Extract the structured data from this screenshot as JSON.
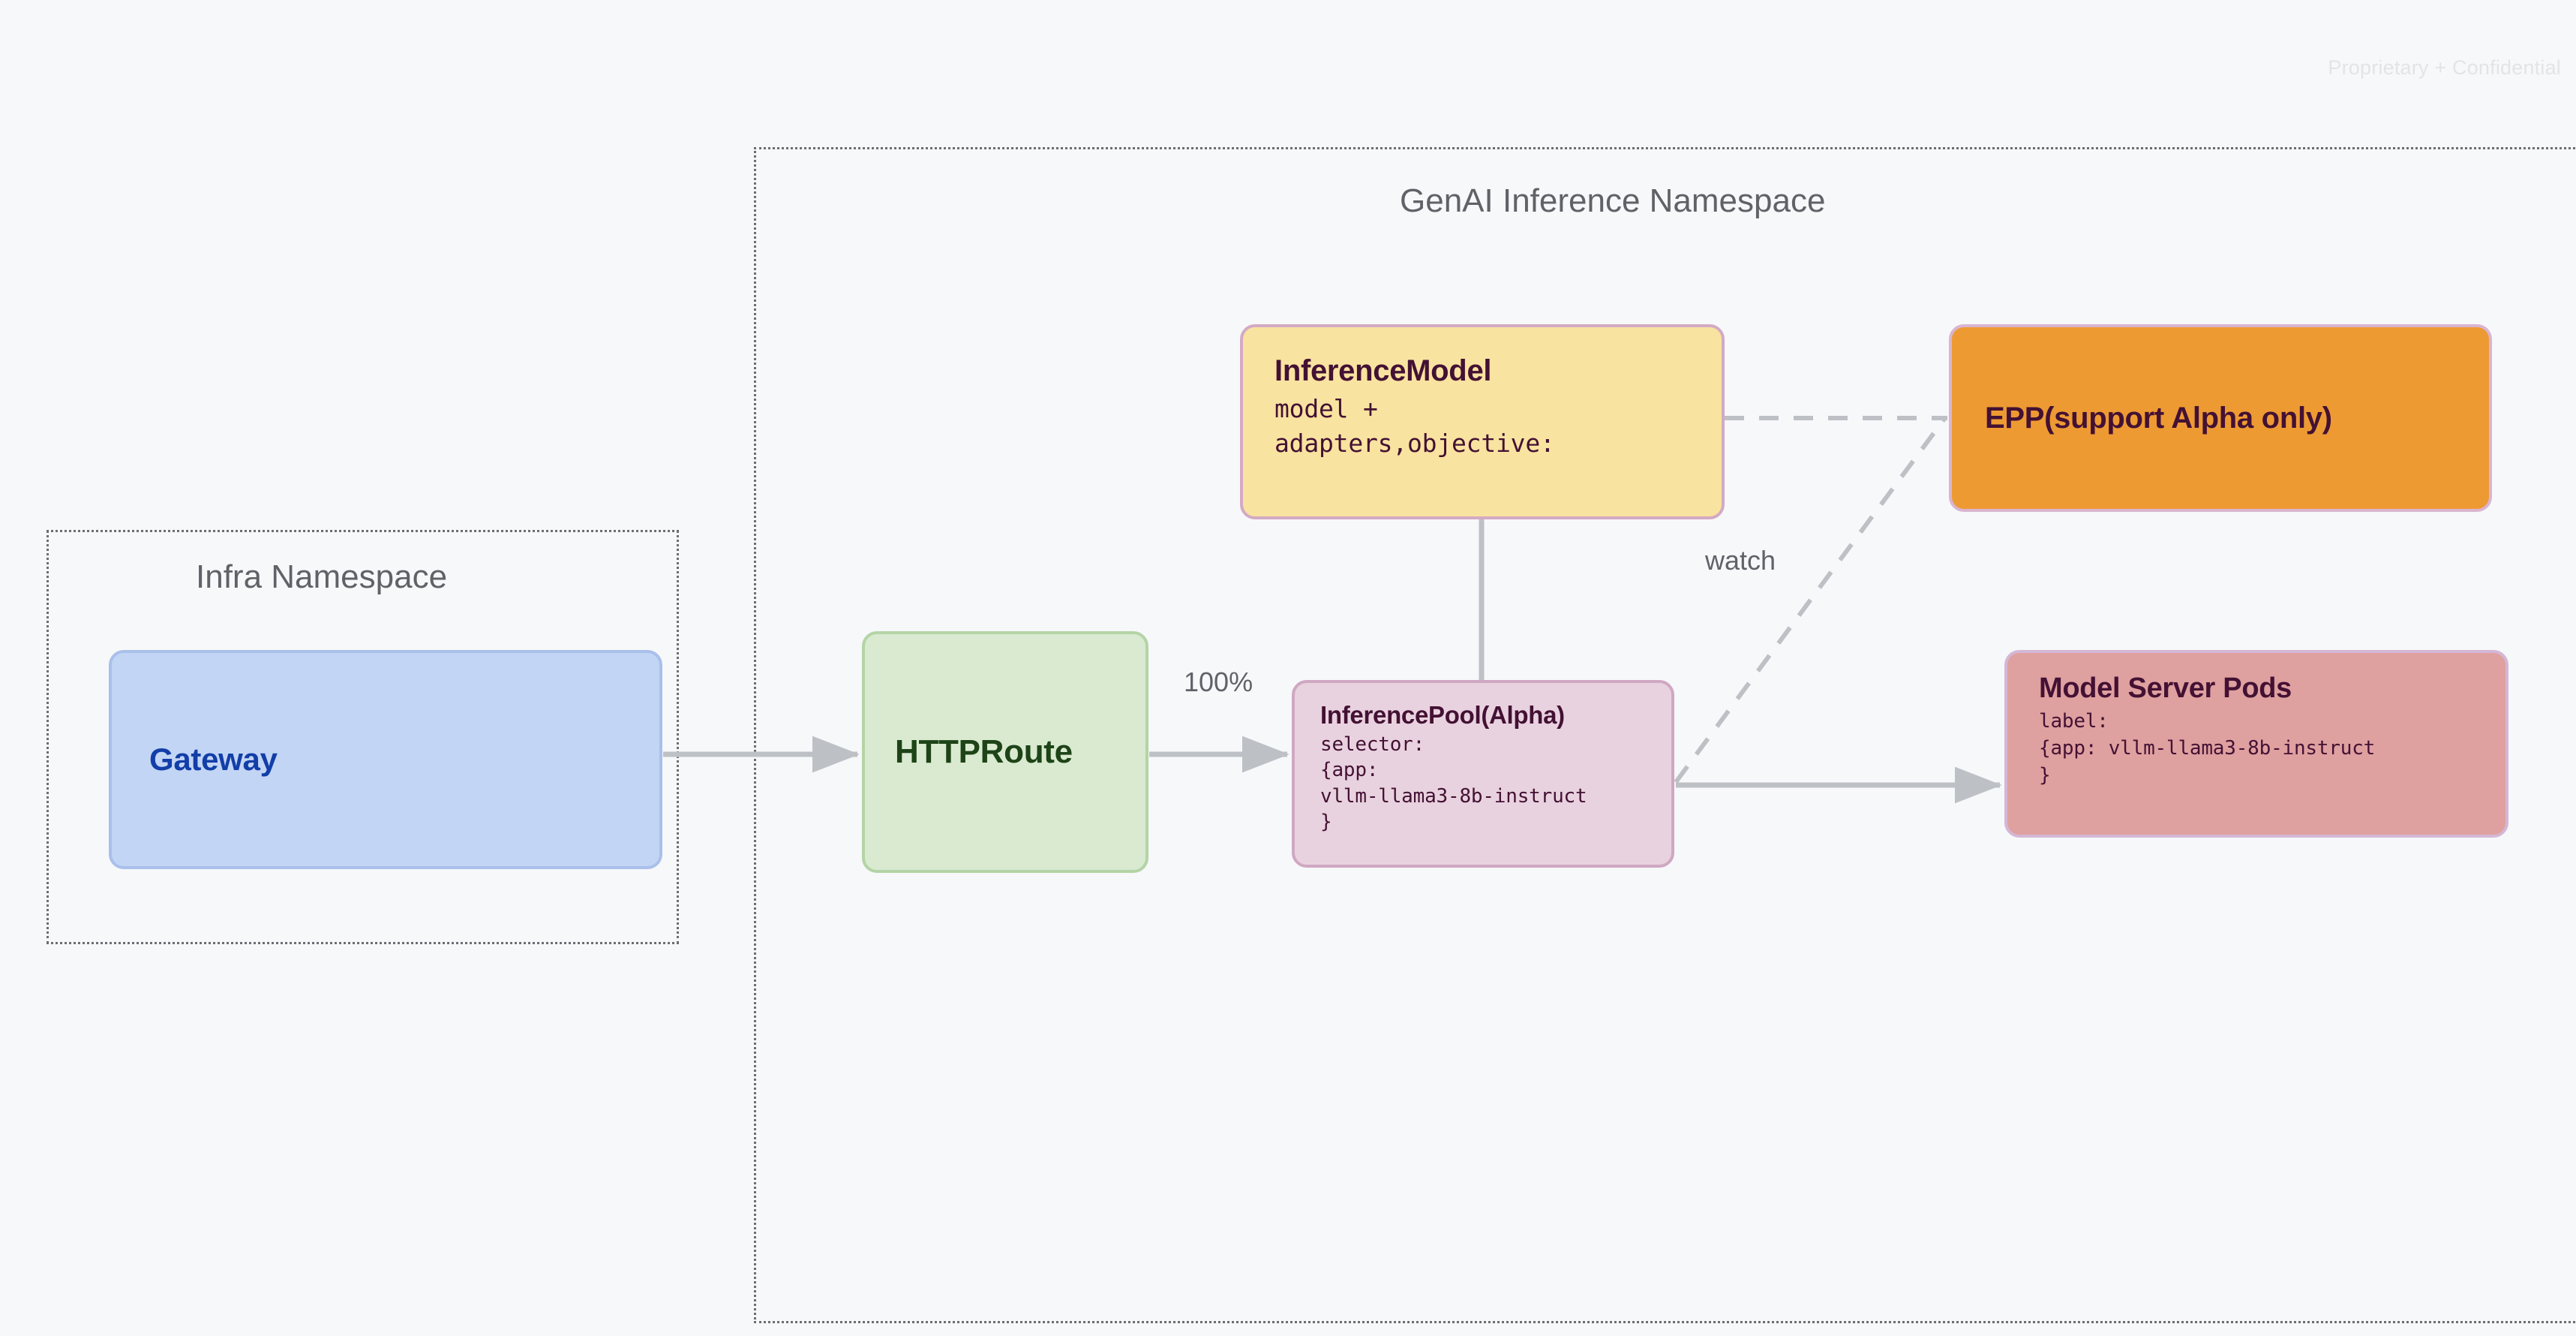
{
  "page": {
    "watermark": "Proprietary + Confidential",
    "background_color": "#F7F8FA"
  },
  "namespaces": [
    {
      "id": "infra",
      "title": "Infra Namespace",
      "border_style": "dotted",
      "border_color": "#6B6E73"
    },
    {
      "id": "genai",
      "title": "GenAI Inference Namespace",
      "border_style": "dotted",
      "border_color": "#6B6E73"
    }
  ],
  "nodes": {
    "gateway": {
      "title": "Gateway",
      "fill": "#C3D5F5",
      "border": "#A9C0EA",
      "text_color": "#123EA8"
    },
    "httproute": {
      "title": "HTTPRoute",
      "fill": "#D9EAD1",
      "border": "#B4D4A6",
      "text_color": "#1D4317"
    },
    "inference_model": {
      "title": "InferenceModel",
      "body": "model +\nadapters,objective:",
      "fill": "#F9E3A0",
      "border": "#D3AAC4",
      "text_color": "#431133"
    },
    "inference_pool": {
      "title": "InferencePool(Alpha)",
      "body": "selector:\n{app:\nvllm-llama3-8b-instruct\n}",
      "fill": "#E9D2DF",
      "border": "#CFA8C2",
      "text_color": "#431133"
    },
    "epp": {
      "title": "EPP(support Alpha only)",
      "fill": "#EE9A33",
      "border": "#D9B5D0",
      "text_color": "#431133"
    },
    "model_server_pods": {
      "title": "Model Server Pods",
      "body": "label:\n{app: vllm-llama3-8b-instruct\n}",
      "fill": "#DFA0A0",
      "border": "#D4B7D6",
      "text_color": "#431133"
    }
  },
  "edges": {
    "gateway_to_httproute": {
      "label": "",
      "style": "solid",
      "arrow": true
    },
    "httproute_to_pool": {
      "label": "100%",
      "style": "solid",
      "arrow": true
    },
    "pool_to_pods": {
      "label": "",
      "style": "solid",
      "arrow": true
    },
    "model_to_pool": {
      "label": "",
      "style": "solid",
      "arrow": false
    },
    "model_to_epp": {
      "label": "",
      "style": "dashed",
      "arrow": false
    },
    "pool_to_epp": {
      "label": "watch",
      "style": "dashed",
      "arrow": false
    }
  },
  "edge_color": "#BDC1C6"
}
